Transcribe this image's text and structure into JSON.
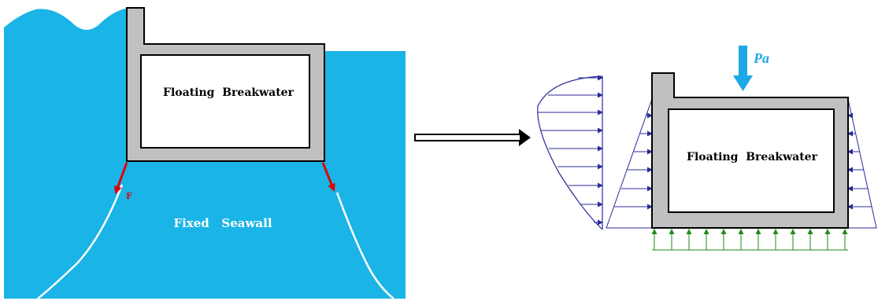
{
  "left_panel": {
    "structure_label": "Floating  Breakwater",
    "seawall_label": "Fixed   Seawall",
    "force_label": "F"
  },
  "right_panel": {
    "structure_label": "Floating  Breakwater",
    "load_label": "Pa"
  },
  "colors": {
    "water": "#1ab4e6",
    "structure_fill": "#c0c0c0",
    "interior": "#ffffff",
    "force_arrow": "#e00000",
    "pressure_lines": "#2b2b9a",
    "bottom_arrows": "#1f8a1f",
    "pa_arrow": "#1aa8e6"
  },
  "icons": {
    "transition": "hollow-right-arrow",
    "load": "down-arrow"
  }
}
